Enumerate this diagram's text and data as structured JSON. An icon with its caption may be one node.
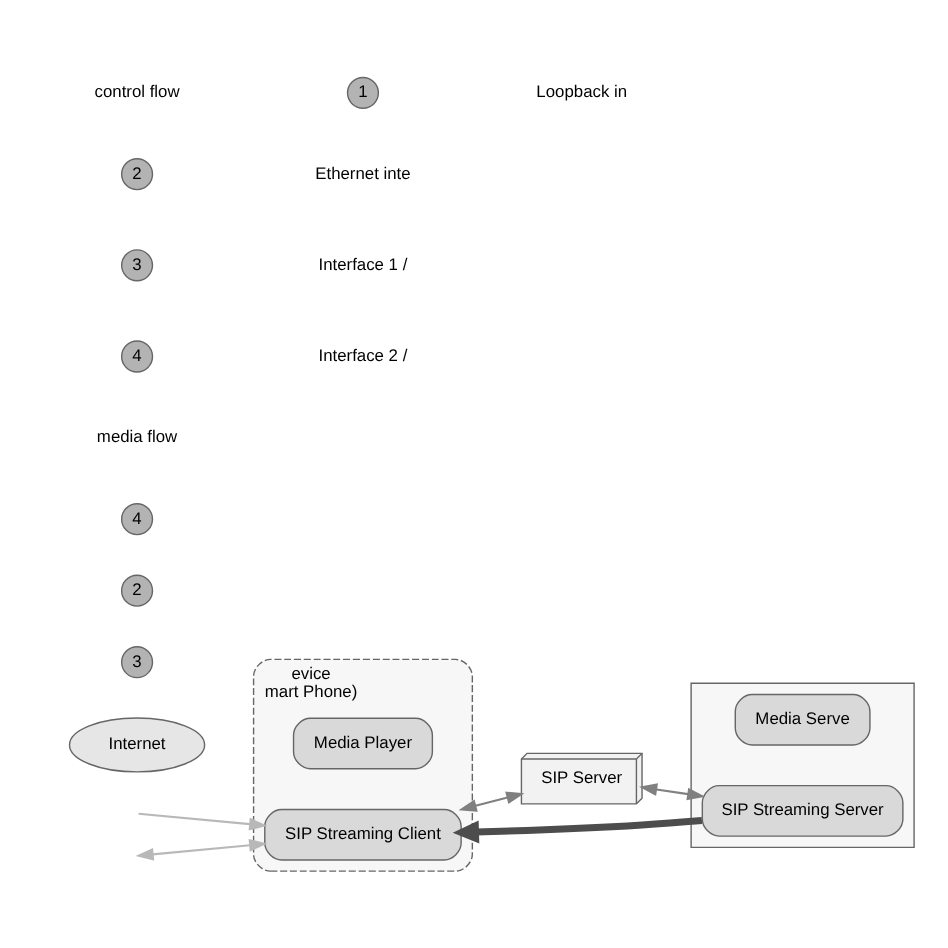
{
  "diagram": {
    "nodes": [
      {
        "text": [
          "evice",
          "mart Phone)"
        ]
      },
      {
        "text": [
          "Media Player"
        ],
        "in": 0
      },
      {
        "text": [
          "SIP Streaming Client"
        ],
        "in": 0
      },
      {
        "text": [
          "Internet"
        ]
      },
      {
        "text": [
          "SIP Server"
        ]
      },
      {
        "text": [],
        "shape": "box"
      },
      {
        "text": [
          "Media Serve"
        ],
        "in": 5
      },
      {
        "text": [
          "SIP Streaming Server"
        ],
        "in": 5
      }
    ],
    "edges": [
      {
        "from": 7,
        "to": 2,
        "arrow": "to",
        "color": "#4d4d4d",
        "style": "thick"
      },
      {
        "from": 2,
        "to": 4,
        "arrow": "both",
        "color": "#808080"
      },
      {
        "from": 4,
        "to": 7,
        "arrow": "both",
        "color": "#808080"
      },
      {
        "from": null,
        "to": 2,
        "arrow": "to",
        "color": "#b8b8b8"
      },
      {
        "from": null,
        "to": 2,
        "arrow": "both",
        "color": "#b8b8b8"
      }
    ],
    "labels": [
      "3",
      "2",
      "4",
      "1",
      "2",
      "3",
      "4"
    ],
    "legend": [
      {
        "text": "media flow"
      },
      {
        "text": "control flow"
      },
      {
        "text": "Loopback in"
      },
      {
        "text": "Ethernet inte"
      },
      {
        "text": "Interface 1 /"
      },
      {
        "text": "Interface 2 /"
      }
    ]
  }
}
